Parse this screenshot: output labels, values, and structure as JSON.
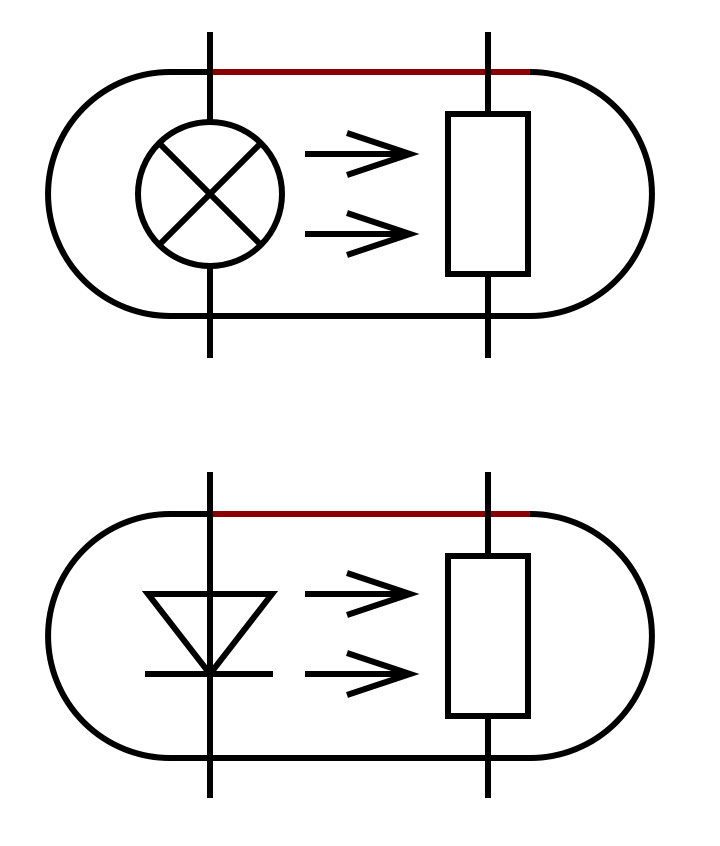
{
  "colors": {
    "background": "#ffffff",
    "line": "#000000",
    "accent": "#8b0000"
  },
  "symbols": [
    {
      "name": "lamp-photoresistor-optocoupler",
      "emitter": "lamp",
      "receiver": "resistor",
      "light_arrows": 2
    },
    {
      "name": "led-photoresistor-optocoupler",
      "emitter": "diode",
      "receiver": "resistor",
      "light_arrows": 2
    }
  ]
}
